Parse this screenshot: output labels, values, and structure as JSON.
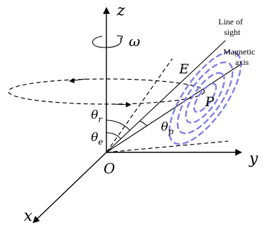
{
  "labels": {
    "z": "z",
    "y": "y",
    "x": "x",
    "omega": "ω",
    "line_of_sight_1": "Line of",
    "line_of_sight_2": "sight",
    "magnetic_axis_1": "Magnetic",
    "magnetic_axis_2": "axis",
    "E": "E",
    "P": "P",
    "theta_r_main": "θ",
    "theta_r_sub": "r",
    "theta_e_main": "θ",
    "theta_e_sub": "e",
    "theta_p_main": "θ",
    "theta_p_sub": "p",
    "origin": "O"
  },
  "colors": {
    "lines": "#000000",
    "emission_beam": "#8080e8"
  }
}
